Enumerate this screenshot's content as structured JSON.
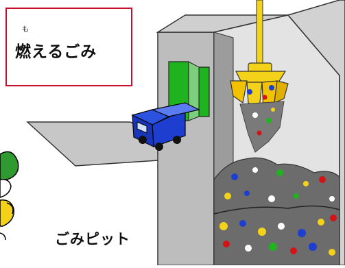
{
  "title": {
    "furigana": "も",
    "text": "燃えるごみ"
  },
  "pit_label": "ごみピット",
  "colors": {
    "frame_red": "#c8102e",
    "building_gray": "#b0b0b0",
    "door_green": "#1fb31f",
    "truck_blue": "#1e3ecf",
    "crane_yellow": "#f4d21a",
    "mascot_green": "#2f9a2f"
  },
  "icons": [
    "garbage-truck-icon",
    "crane-grab-icon",
    "mascot-character-icon"
  ]
}
